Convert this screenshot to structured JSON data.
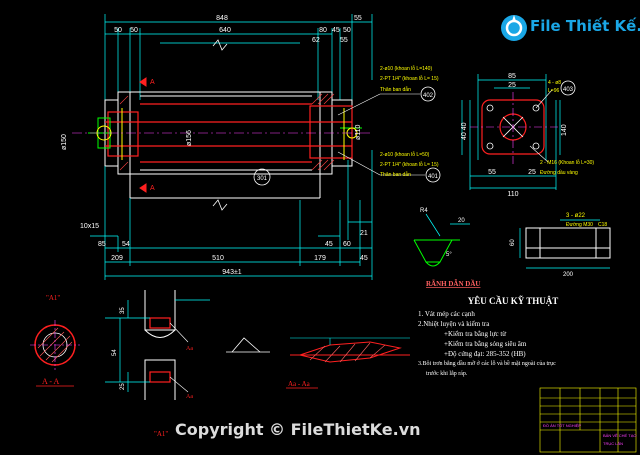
{
  "watermark": {
    "logo_text": "File Thiết Kế.vn",
    "copyright": "Copyright © FileThietKe.vn"
  },
  "dimensions": {
    "overall_top": "848",
    "right_top": "55",
    "d50": "50",
    "d50b": "50",
    "d640": "640",
    "d80": "80",
    "d45": "45",
    "d50c": "50",
    "d62": "62",
    "d55b": "55",
    "bot_10x15": "10x15",
    "bot_85": "85",
    "bot_54": "54",
    "bot_45": "45",
    "bot_60": "60",
    "bot_21": "21",
    "bot_209": "209",
    "bot_510": "510",
    "bot_179": "179",
    "bot_45b": "45",
    "total": "943±1",
    "phi150": "ø150",
    "phi110": "ø110",
    "phi156": "ø156",
    "r_85": "85",
    "r_25": "25",
    "r_4phi": "4 - ø8",
    "r_L": "L=96",
    "r_4040": "40 40",
    "r_55": "55",
    "r_25b": "25",
    "r_110": "110",
    "r_140": "140"
  },
  "callouts": {
    "c1a": "2-ø10 (khoan lỗ L=140)",
    "c1b": "2-PT 1/4\" (khoan lỗ L= 15)",
    "c1c": "Thân ban dẫn",
    "c2a": "2-ø10 (khoan lỗ L=50)",
    "c2b": "2-PT 1/4\" (khoan lỗ L= 15)",
    "c2c": "Thân ban dẫn",
    "balloon_402": "402",
    "balloon_401": "401",
    "balloon_403": "403",
    "r_call1": "2 - M16 (Khoan lỗ L=30)",
    "r_call2": "Đường dầu vàng"
  },
  "detail": {
    "r4": "R4",
    "r20": "20",
    "ang": "5°",
    "d200": "200",
    "d60": "60",
    "d2phi": "3 - ø22",
    "c0": "Đường M30",
    "c018": "C18",
    "title": "RÃNH DẪN DẦU"
  },
  "section": {
    "a1": "\"A1\"",
    "aa": "A - A",
    "a1b": "\"A1\"",
    "aa2": "Aa - Aa",
    "d54": "54",
    "d35": "35",
    "d25": "25",
    "aa_lbl1": "Aa",
    "aa_lbl2": "Aa"
  },
  "requirements": {
    "title": "YÊU CẦU KỸ THUẬT",
    "lines": [
      "1. Vát mép các cạnh",
      "2.Nhiệt luyện và kiểm tra",
      "+Kiểm tra bằng lực từ",
      "+Kiểm tra bằng sóng siêu âm",
      "+Độ cứng đạt: 285-352 (HB)",
      "3.Bôi trơn bằng dầu mỡ ở các lỗ và bề mặt ngoài của trục",
      "trước khi lắp ráp."
    ]
  },
  "title_block": {
    "rows": [
      "ĐỒ ÁN TỐT NGHIỆP",
      "BẢN VẼ CHẾ TẠO",
      "TRỤC LĂN"
    ]
  }
}
